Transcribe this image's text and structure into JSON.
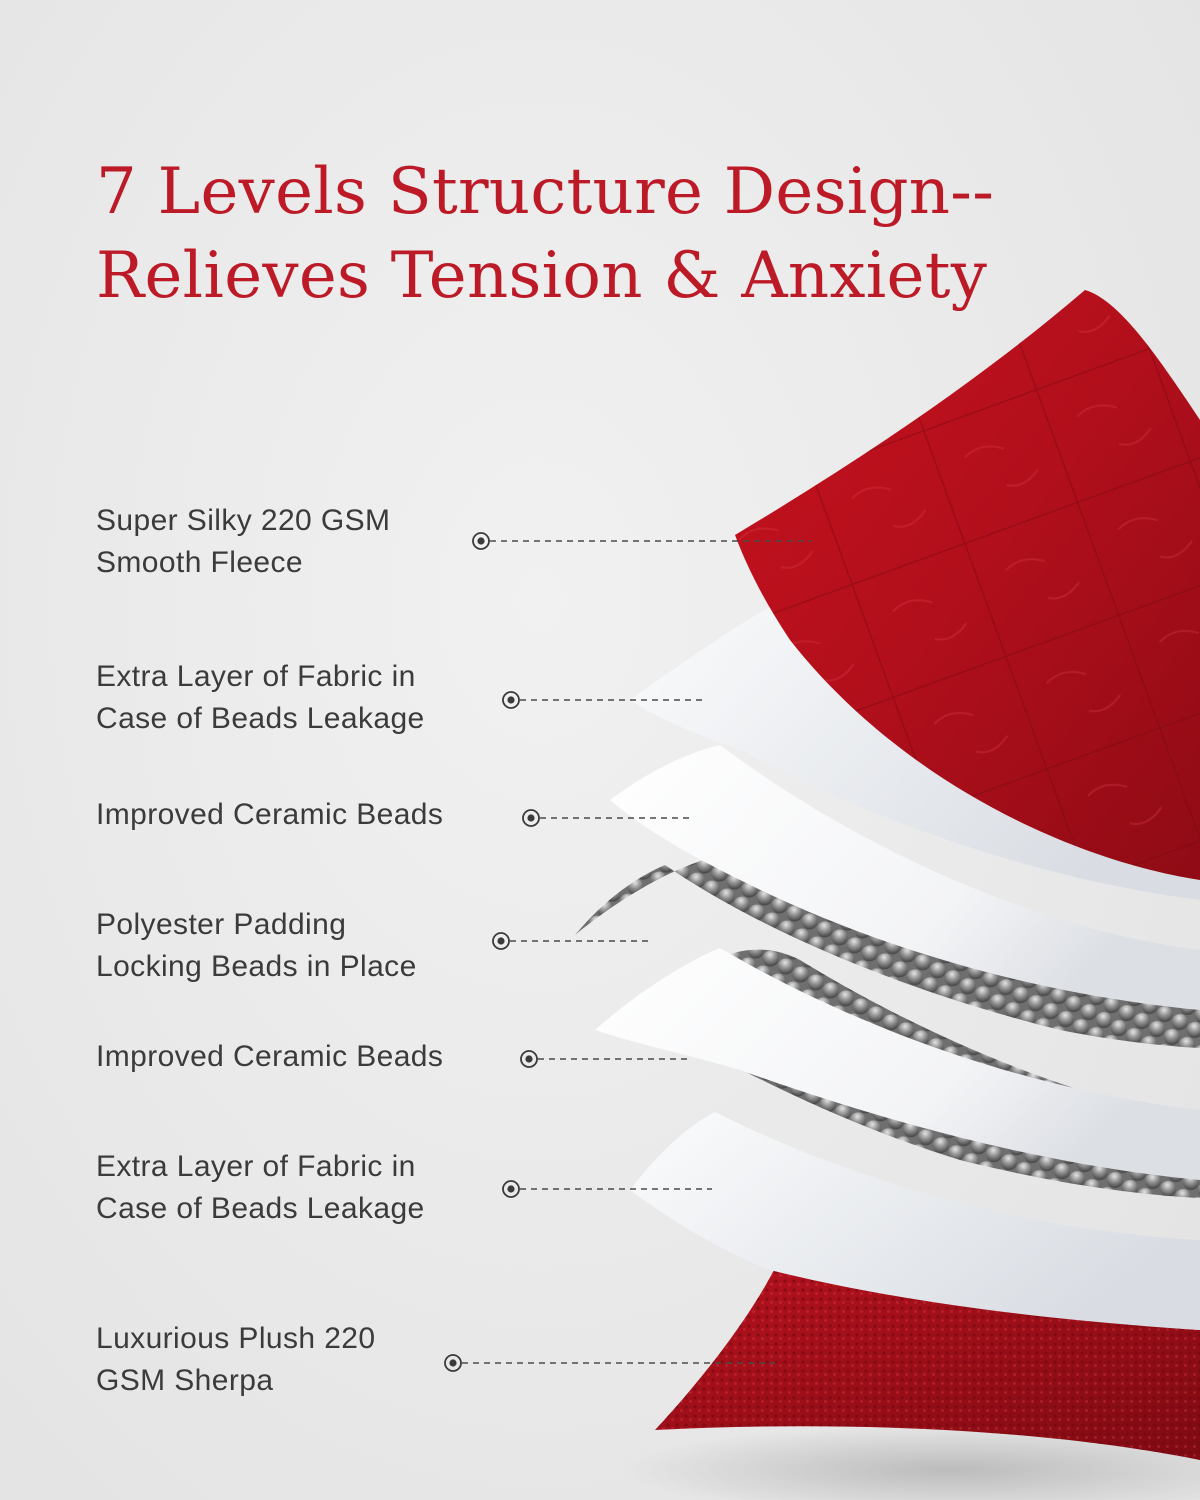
{
  "headline": {
    "line1": "7 Levels Structure Design--",
    "line2": "Relieves Tension & Anxiety"
  },
  "layers": [
    {
      "line1": "Super Silky 220 GSM",
      "line2": "Smooth Fleece"
    },
    {
      "line1": "Extra Layer of Fabric in",
      "line2": "Case of Beads Leakage"
    },
    {
      "line1": "Improved Ceramic Beads",
      "line2": ""
    },
    {
      "line1": "Polyester Padding",
      "line2": "Locking Beads in Place"
    },
    {
      "line1": "Improved Ceramic Beads",
      "line2": ""
    },
    {
      "line1": "Extra Layer of Fabric in",
      "line2": "Case of Beads Leakage"
    },
    {
      "line1": "Luxurious Plush 220",
      "line2": "GSM Sherpa"
    }
  ],
  "colors": {
    "headline": "#bd1a28",
    "fleece": "#b5101c",
    "sherpa": "#a8101a",
    "fabric": "#f4f5f7",
    "beads": "#8a8a8a",
    "text": "#3b3b3b"
  }
}
